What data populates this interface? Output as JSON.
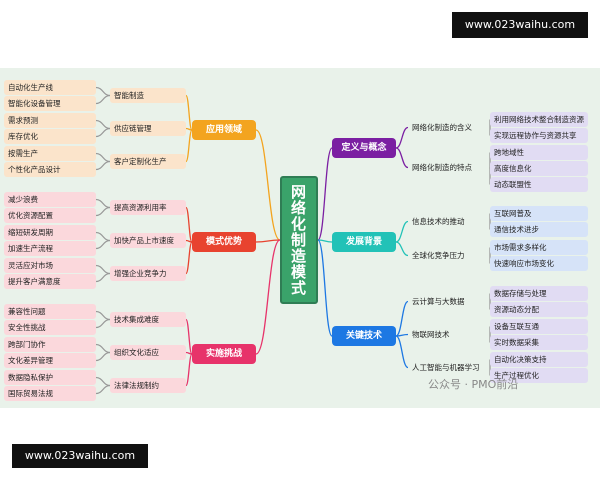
{
  "watermarks": {
    "top": "www.023waihu.com",
    "bottom": "www.023waihu.com",
    "wechat": "公众号 · PMO前沿"
  },
  "center": "网络化制造模式",
  "branches": {
    "application": {
      "label": "应用领域",
      "color": "#f3a41f",
      "groups": [
        {
          "label": "智能制造",
          "leaves": [
            "自动化生产线",
            "智能化设备管理"
          ]
        },
        {
          "label": "供应链管理",
          "leaves": [
            "需求预测",
            "库存优化"
          ]
        },
        {
          "label": "客户定制化生产",
          "leaves": [
            "按需生产",
            "个性化产品设计"
          ]
        }
      ]
    },
    "advantage": {
      "label": "模式优势",
      "color": "#e8432f",
      "groups": [
        {
          "label": "提高资源利用率",
          "leaves": [
            "减少浪费",
            "优化资源配置"
          ]
        },
        {
          "label": "加快产品上市速度",
          "leaves": [
            "缩短研发周期",
            "加速生产流程"
          ]
        },
        {
          "label": "增强企业竞争力",
          "leaves": [
            "灵活应对市场",
            "提升客户满意度"
          ]
        }
      ]
    },
    "challenge": {
      "label": "实施挑战",
      "color": "#e7336a",
      "groups": [
        {
          "label": "技术集成难度",
          "leaves": [
            "兼容性问题",
            "安全性挑战"
          ]
        },
        {
          "label": "组织文化适应",
          "leaves": [
            "跨部门协作",
            "文化差异管理"
          ]
        },
        {
          "label": "法律法规制约",
          "leaves": [
            "数据隐私保护",
            "国际贸易法规"
          ]
        }
      ]
    },
    "definition": {
      "label": "定义与概念",
      "color": "#7b1fa2",
      "groups": [
        {
          "label": "网络化制造的含义",
          "leaves": [
            "利用网络技术整合制造资源",
            "实现远程协作与资源共享"
          ]
        },
        {
          "label": "网络化制造的特点",
          "leaves": [
            "跨地域性",
            "高度信息化",
            "动态联盟性"
          ]
        }
      ]
    },
    "background": {
      "label": "发展背景",
      "color": "#22c2b7",
      "groups": [
        {
          "label": "信息技术的推动",
          "leaves": [
            "互联网普及",
            "通信技术进步"
          ]
        },
        {
          "label": "全球化竞争压力",
          "leaves": [
            "市场需求多样化",
            "快速响应市场变化"
          ]
        }
      ]
    },
    "technology": {
      "label": "关键技术",
      "color": "#1d78e3",
      "groups": [
        {
          "label": "云计算与大数据",
          "leaves": [
            "数据存储与处理",
            "资源动态分配"
          ]
        },
        {
          "label": "物联网技术",
          "leaves": [
            "设备互联互通",
            "实时数据采集"
          ]
        },
        {
          "label": "人工智能与机器学习",
          "leaves": [
            "自动化决策支持",
            "生产过程优化"
          ]
        }
      ]
    }
  }
}
